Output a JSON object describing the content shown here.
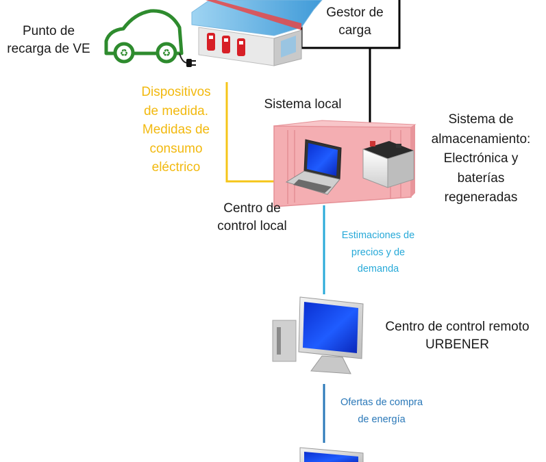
{
  "labels": {
    "ev_charger": [
      "Punto de",
      "recarga de VE"
    ],
    "charge_manager": [
      "Gestor de",
      "carga"
    ],
    "measurement": [
      "Dispositivos",
      "de medida.",
      "Medidas de",
      "consumo",
      "eléctrico"
    ],
    "local_system": [
      "Sistema local"
    ],
    "storage": [
      "Sistema de",
      "almacenamiento:",
      "Electrónica y",
      "baterías",
      "regeneradas"
    ],
    "local_control": [
      "Centro de",
      "control local"
    ],
    "estimates": [
      "Estimaciones de",
      "precios y de",
      "demanda"
    ],
    "remote_control": [
      "Centro de control remoto",
      "URBENER"
    ],
    "offers": [
      "Ofertas de compra",
      "de energía"
    ]
  },
  "colors": {
    "black_line": "#000000",
    "yellow_line": "#f5c518",
    "light_blue_line": "#27a9d8",
    "dark_blue_line": "#2a78b8",
    "car_outline": "#2e8b2e",
    "container": "#f3a9ad",
    "screen": "#1a3fd6"
  },
  "icons": [
    "electric-car-icon",
    "gas-station-icon",
    "container-icon",
    "laptop-icon",
    "battery-icon",
    "desktop-computer-icon"
  ]
}
